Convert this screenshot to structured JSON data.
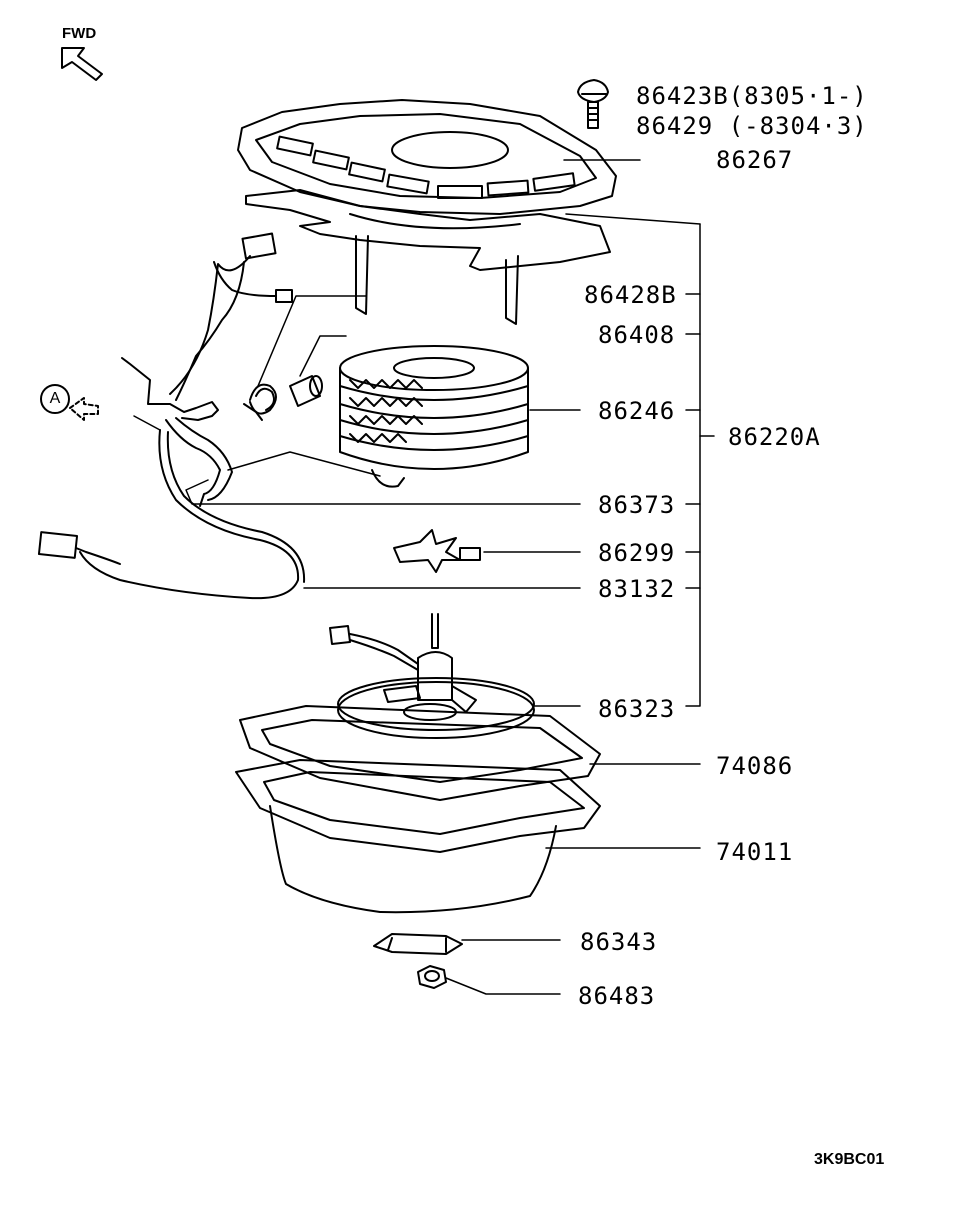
{
  "direction_label": "FWD",
  "ref_marker": "A",
  "diagram_code": "3K9BC01",
  "callouts": {
    "p86423B": "86423B(8305·1-)",
    "p86429": "86429 (-8304·3)",
    "p86267": "86267",
    "p86428B": "86428B",
    "p86408": "86408",
    "p86246": "86246",
    "p86220A": "86220A",
    "p86373": "86373",
    "p86299": "86299",
    "p83132": "83132",
    "p86323": "86323",
    "p74086": "74086",
    "p74011": "74011",
    "p86343": "86343",
    "p86483": "86483"
  }
}
